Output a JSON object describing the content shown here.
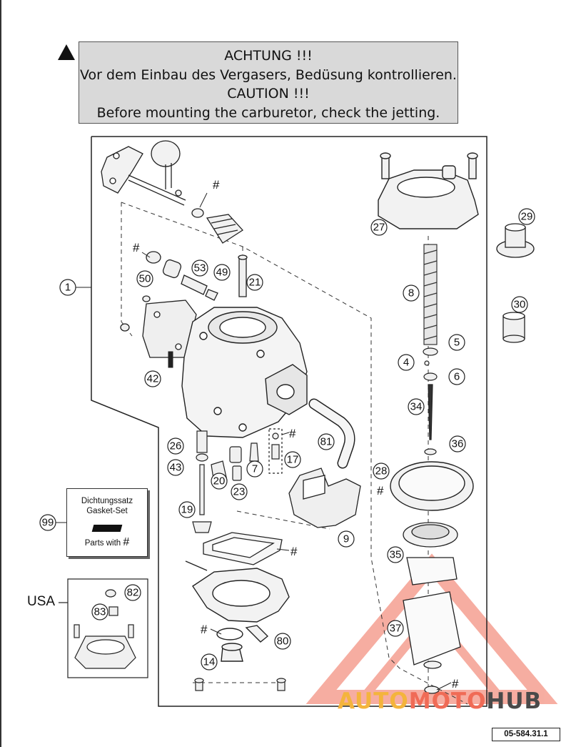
{
  "warning": {
    "line1": "ACHTUNG !!!",
    "line2": "Vor dem Einbau des Vergasers, Bedüsung kontrollieren.",
    "line3": "CAUTION !!!",
    "line4": "Before mounting the carburetor, check the jetting."
  },
  "callouts": [
    "1",
    "4",
    "5",
    "6",
    "7",
    "8",
    "9",
    "14",
    "17",
    "19",
    "20",
    "21",
    "23",
    "26",
    "27",
    "28",
    "29",
    "30",
    "34",
    "35",
    "36",
    "37",
    "42",
    "43",
    "49",
    "50",
    "53",
    "80",
    "81",
    "82",
    "83",
    "99"
  ],
  "hash_symbol": "#",
  "gasket_set": {
    "line1": "Dichtungssatz",
    "line2": "Gasket-Set",
    "parts_with": "Parts with"
  },
  "usa_label": "USA",
  "document_number": "05-584.31.1",
  "watermark": {
    "part1": "AUTO",
    "part2": "MOTO",
    "part3": "HUB"
  },
  "colors": {
    "warning_bg": "#d9d9d9",
    "watermark_red": "#f06b56",
    "watermark_orange": "#f4b43c",
    "watermark_gray": "#4a4a4a"
  }
}
